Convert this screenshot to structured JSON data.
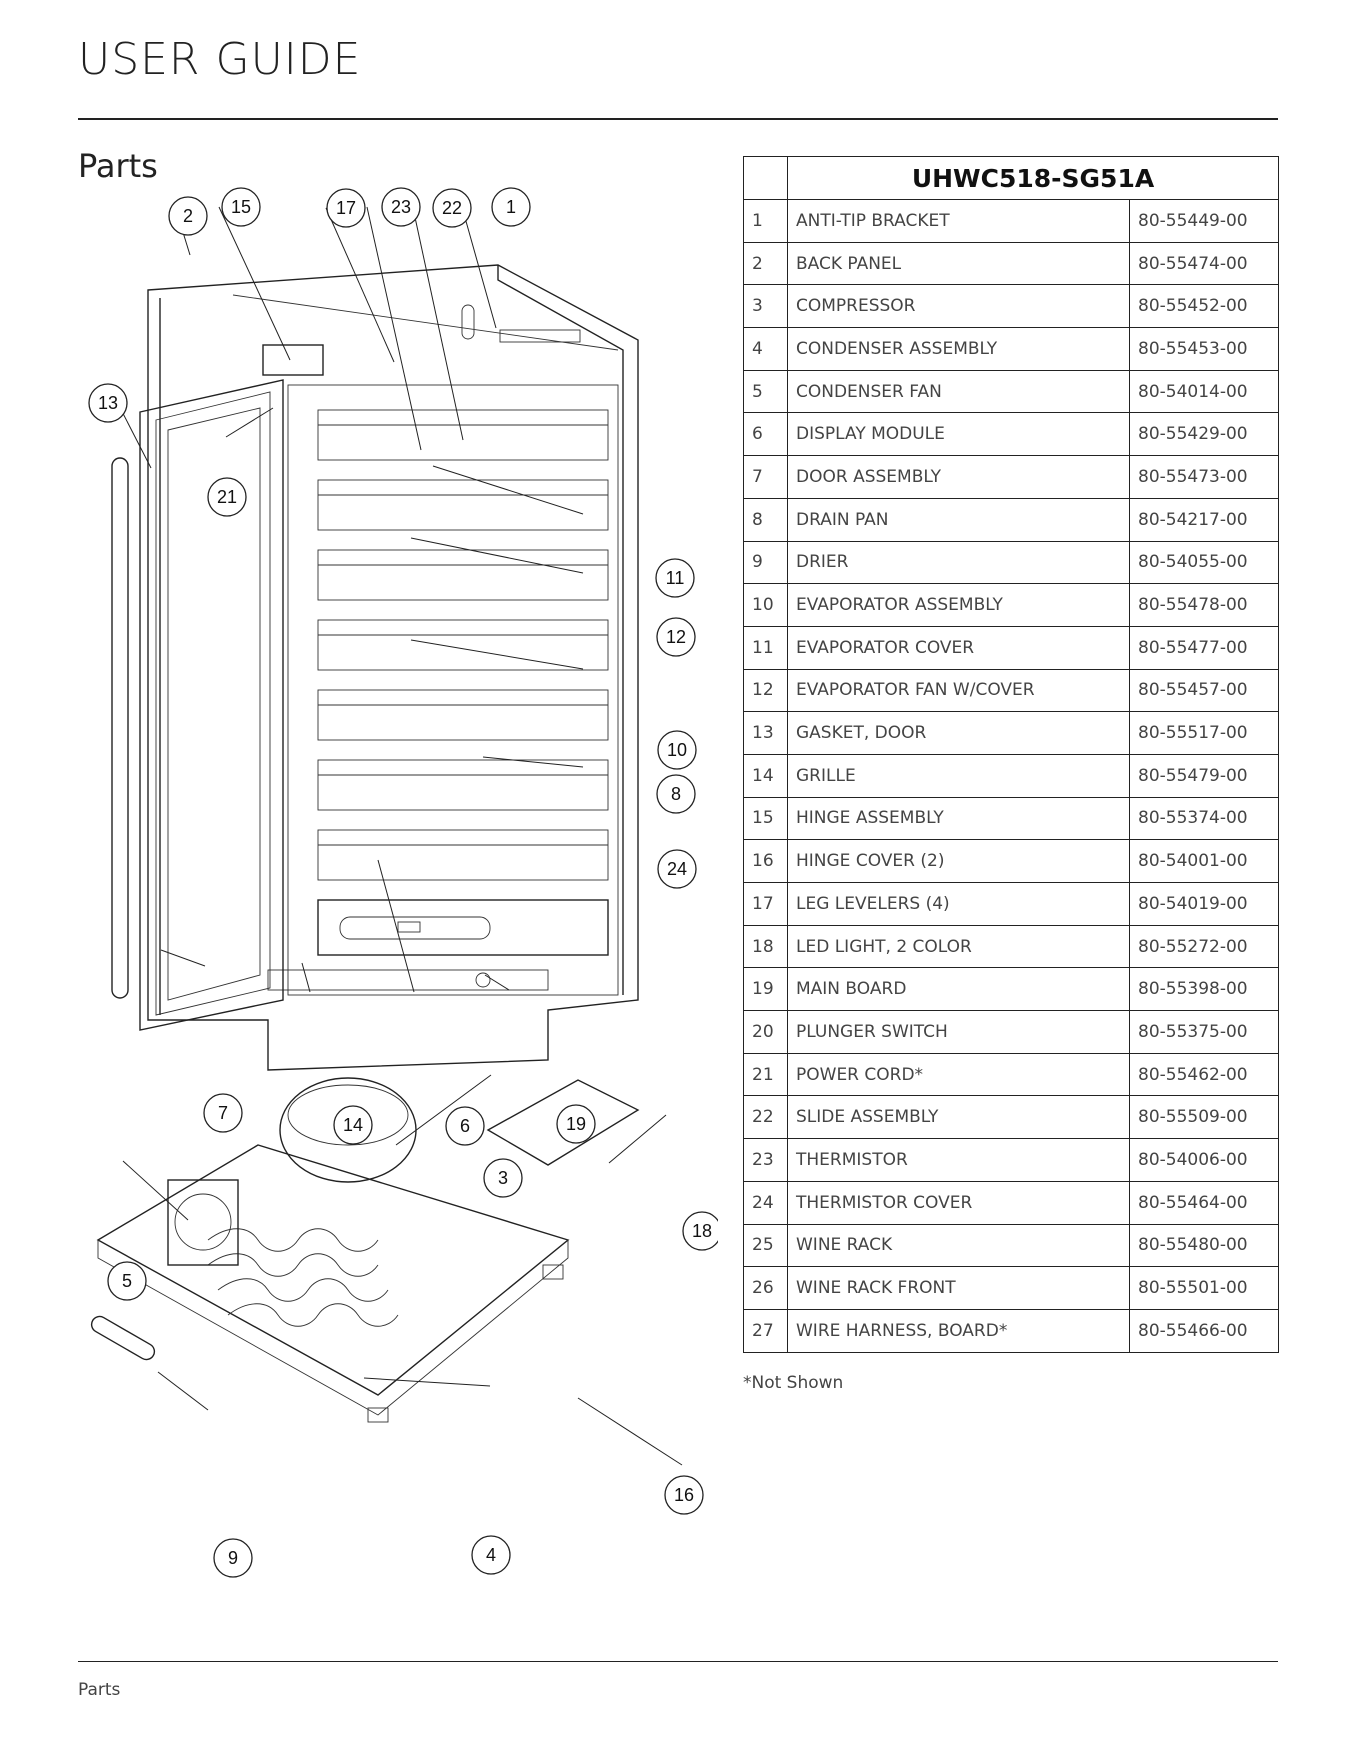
{
  "header": {
    "title": "USER GUIDE"
  },
  "section": {
    "title": "Parts"
  },
  "table": {
    "model": "UHWC518-SG51A",
    "rows": [
      {
        "num": "1",
        "part": "ANTI-TIP BRACKET",
        "code": "80-55449-00"
      },
      {
        "num": "2",
        "part": "BACK PANEL",
        "code": "80-55474-00"
      },
      {
        "num": "3",
        "part": "COMPRESSOR",
        "code": "80-55452-00"
      },
      {
        "num": "4",
        "part": "CONDENSER ASSEMBLY",
        "code": "80-55453-00"
      },
      {
        "num": "5",
        "part": "CONDENSER FAN",
        "code": "80-54014-00"
      },
      {
        "num": "6",
        "part": "DISPLAY MODULE",
        "code": "80-55429-00"
      },
      {
        "num": "7",
        "part": "DOOR ASSEMBLY",
        "code": "80-55473-00"
      },
      {
        "num": "8",
        "part": "DRAIN PAN",
        "code": "80-54217-00"
      },
      {
        "num": "9",
        "part": "DRIER",
        "code": "80-54055-00"
      },
      {
        "num": "10",
        "part": "EVAPORATOR ASSEMBLY",
        "code": "80-55478-00"
      },
      {
        "num": "11",
        "part": "EVAPORATOR COVER",
        "code": "80-55477-00"
      },
      {
        "num": "12",
        "part": "EVAPORATOR FAN W/COVER",
        "code": "80-55457-00"
      },
      {
        "num": "13",
        "part": "GASKET, DOOR",
        "code": "80-55517-00"
      },
      {
        "num": "14",
        "part": "GRILLE",
        "code": "80-55479-00"
      },
      {
        "num": "15",
        "part": "HINGE ASSEMBLY",
        "code": "80-55374-00"
      },
      {
        "num": "16",
        "part": "HINGE COVER (2)",
        "code": "80-54001-00"
      },
      {
        "num": "17",
        "part": "LEG LEVELERS (4)",
        "code": "80-54019-00"
      },
      {
        "num": "18",
        "part": "LED LIGHT, 2 COLOR",
        "code": "80-55272-00"
      },
      {
        "num": "19",
        "part": "MAIN BOARD",
        "code": "80-55398-00"
      },
      {
        "num": "20",
        "part": "PLUNGER SWITCH",
        "code": "80-55375-00"
      },
      {
        "num": "21",
        "part": "POWER CORD*",
        "code": "80-55462-00"
      },
      {
        "num": "22",
        "part": "SLIDE ASSEMBLY",
        "code": "80-55509-00"
      },
      {
        "num": "23",
        "part": "THERMISTOR",
        "code": "80-54006-00"
      },
      {
        "num": "24",
        "part": "THERMISTOR COVER",
        "code": "80-55464-00"
      },
      {
        "num": "25",
        "part": "WINE RACK",
        "code": "80-55480-00"
      },
      {
        "num": "26",
        "part": "WINE RACK FRONT",
        "code": "80-55501-00"
      },
      {
        "num": "27",
        "part": "WIRE HARNESS, BOARD*",
        "code": "80-55466-00"
      }
    ]
  },
  "footnote": "*Not Shown",
  "footer": {
    "label": "Parts"
  },
  "callouts": [
    "2",
    "15",
    "17",
    "23",
    "22",
    "1",
    "13",
    "21",
    "11",
    "12",
    "10",
    "8",
    "24",
    "7",
    "14",
    "6",
    "19",
    "3",
    "18",
    "5",
    "16",
    "9",
    "4"
  ]
}
